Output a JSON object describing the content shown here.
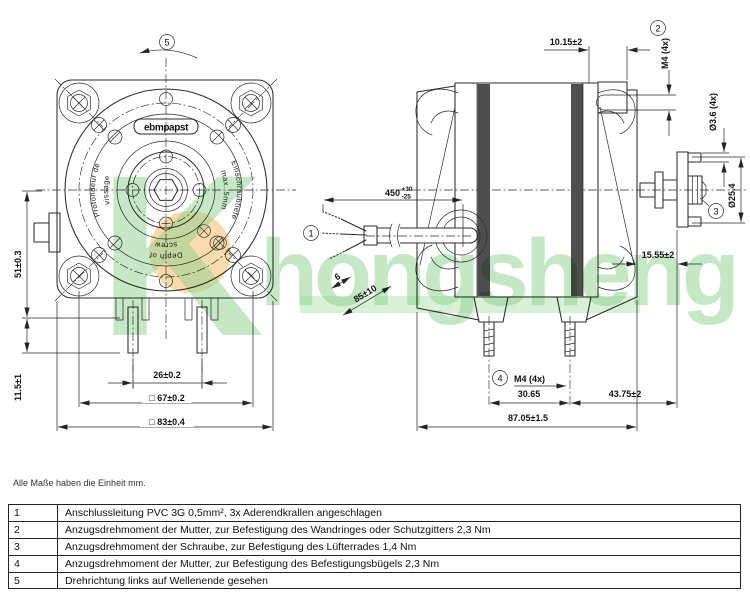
{
  "drawing": {
    "brand": "ebmpapst",
    "note": "Alle Maße haben die Einheit mm.",
    "watermark": {
      "letter": "K",
      "word": "hongsheng",
      "green": "#8ccf8c",
      "orange": "#f2a93d"
    },
    "front_view": {
      "ring_text": {
        "left_outer": "Profondeur de",
        "left_inner": "vissage",
        "right_outer": "Einschraubtiefe",
        "right_inner": "max. 5mm",
        "bottom_outer": "Depth of",
        "bottom_inner": "screw"
      },
      "callout_rotation": "5",
      "dims": {
        "axis_to_foot": "51±0.3",
        "pin_protrusion": "11.5±1",
        "pin_spacing": "26±0.2",
        "mount_square": "□ 67±0.2",
        "body_square": "□ 83±0.4"
      }
    },
    "side_view": {
      "callouts": {
        "cable": "1",
        "top_mount": "2",
        "shaft_nut": "3",
        "stud": "4"
      },
      "dims": {
        "tab_offset": "10.15±2",
        "tab_thread": "M4 (4x)",
        "flange_holes": "Ø3.6 (4x)",
        "hub_dia": "Ø25.4",
        "flange_depth": "15.55±2",
        "cable_len": "450",
        "cable_tol_up": "+30",
        "cable_tol_dn": "-25",
        "ferrule_len": "6",
        "strip_len": "85±10",
        "stud_thread": "M4 (4x)",
        "stud_spacing": "30.65",
        "stud_to_face": "43.75±2",
        "overall_depth": "87.05±1.5"
      }
    }
  },
  "table": {
    "rows": [
      {
        "no": "1",
        "text": "Anschlussleitung PVC 3G 0,5mm², 3x Aderendkrallen angeschlagen"
      },
      {
        "no": "2",
        "text": "Anzugsdrehmoment der Mutter, zur Befestigung des Wandringes oder Schutzgitters 2,3 Nm"
      },
      {
        "no": "3",
        "text": "Anzugsdrehmoment der Schraube, zur Befestigung des Lüfterrades 1,4 Nm"
      },
      {
        "no": "4",
        "text": "Anzugsdrehmoment der Mutter, zur Befestigung des Befestigungsbügels 2,3 Nm"
      },
      {
        "no": "5",
        "text": "Drehrichtung links auf Wellenende gesehen"
      }
    ]
  }
}
